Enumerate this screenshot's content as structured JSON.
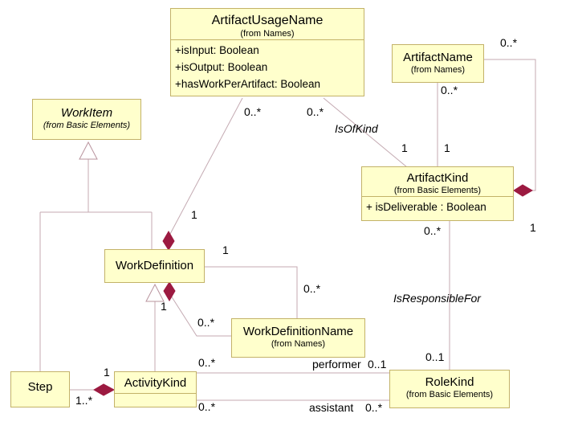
{
  "diagram": {
    "type": "uml-class-diagram",
    "colors": {
      "box_fill": "#FFFFCC",
      "box_border": "#C3B268",
      "line": "#C4AAB2",
      "diamond_fill": "#9C1A41",
      "text": "#000000",
      "background": "#FFFFFF"
    },
    "classes": {
      "artifact_usage_name": {
        "name": "ArtifactUsageName",
        "package": "(from Names)",
        "attributes": [
          "+isInput: Boolean",
          "+isOutput: Boolean",
          "+hasWorkPerArtifact: Boolean"
        ]
      },
      "artifact_name": {
        "name": "ArtifactName",
        "package": "(from Names)"
      },
      "work_item": {
        "name": "WorkItem",
        "package": "(from Basic Elements)"
      },
      "artifact_kind": {
        "name": "ArtifactKind",
        "package": "(from Basic Elements)",
        "attributes": [
          "+ isDeliverable : Boolean"
        ]
      },
      "work_definition": {
        "name": "WorkDefinition"
      },
      "work_definition_name": {
        "name": "WorkDefinitionName",
        "package": "(from Names)"
      },
      "step": {
        "name": "Step"
      },
      "activity_kind": {
        "name": "ActivityKind"
      },
      "role_kind": {
        "name": "RoleKind",
        "package": "(from Basic Elements)"
      }
    },
    "association_labels": {
      "is_of_kind": "IsOfKind",
      "is_responsible_for": "IsResponsibleFor",
      "performer": "performer",
      "assistant": "assistant"
    },
    "multiplicities": {
      "usage_to_workdef": "0..*",
      "usage_to_kind": "0..*",
      "kind_isofkind_end": "1",
      "name_to_kind_top": "0..*",
      "name_to_kind_bottom": "1",
      "name_comp_top": "0..*",
      "name_comp_bottom": "1",
      "workdef_comp_usage_end": "1",
      "workdef_to_defname_source": "1",
      "workdef_to_defname_target": "0..*",
      "workdef_comp_defname_source": "1",
      "workdef_comp_defname_target": "0..*",
      "responsible_kind_end": "0..*",
      "responsible_role_end": "0..1",
      "step_comp_activity_end": "1",
      "step_comp_step_end": "1..*",
      "performer_activity_end": "0..*",
      "performer_role_end": "0..1",
      "assistant_activity_end": "0..*",
      "assistant_role_end": "0..*"
    }
  }
}
